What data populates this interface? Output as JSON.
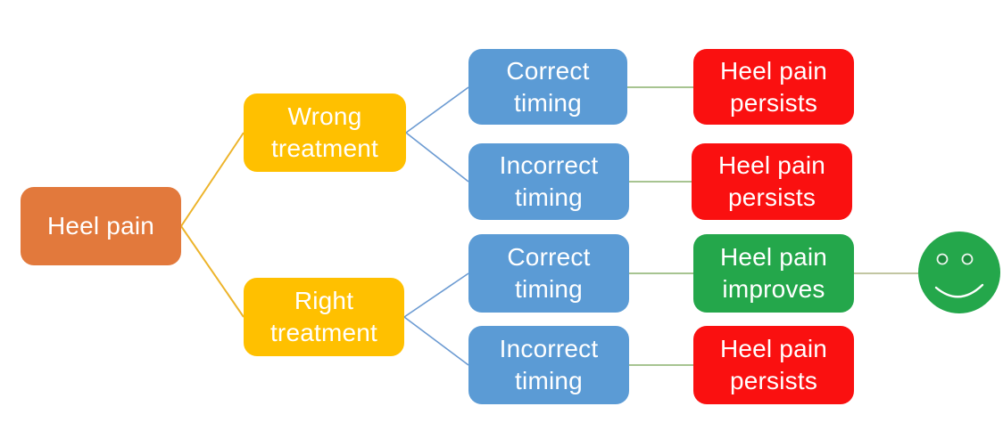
{
  "diagram": {
    "type": "decision-tree",
    "topic": "Heel pain treatment outcomes",
    "nodes": {
      "root": {
        "label": "Heel pain",
        "color": "#E2793C"
      },
      "wrong": {
        "label": "Wrong treatment",
        "color": "#FFC000"
      },
      "right": {
        "label": "Right treatment",
        "color": "#FFC000"
      },
      "wrong_correct_timing": {
        "label": "Correct timing",
        "color": "#5B9BD5"
      },
      "wrong_incorrect_timing": {
        "label": "Incorrect timing",
        "color": "#5B9BD5"
      },
      "right_correct_timing": {
        "label": "Correct timing",
        "color": "#5B9BD5"
      },
      "right_incorrect_timing": {
        "label": "Incorrect timing",
        "color": "#5B9BD5"
      },
      "outcome_wrong_correct": {
        "label": "Heel pain persists",
        "color": "#FA1010"
      },
      "outcome_wrong_incorrect": {
        "label": "Heel pain persists",
        "color": "#FA1010"
      },
      "outcome_right_correct": {
        "label": "Heel pain improves",
        "color": "#24A74B"
      },
      "outcome_right_incorrect": {
        "label": "Heel pain persists",
        "color": "#FA1010"
      }
    },
    "icons": {
      "smiley": {
        "name": "smiley-face-icon",
        "meaning": "happy outcome",
        "color": "#24A74B"
      }
    },
    "edges": [
      {
        "from": "root",
        "to": "wrong",
        "color": "#EDB42B"
      },
      {
        "from": "root",
        "to": "right",
        "color": "#EDB42B"
      },
      {
        "from": "wrong",
        "to": "wrong_correct_timing",
        "color": "#6C9BD2"
      },
      {
        "from": "wrong",
        "to": "wrong_incorrect_timing",
        "color": "#6C9BD2"
      },
      {
        "from": "right",
        "to": "right_correct_timing",
        "color": "#6C9BD2"
      },
      {
        "from": "right",
        "to": "right_incorrect_timing",
        "color": "#6C9BD2"
      },
      {
        "from": "wrong_correct_timing",
        "to": "outcome_wrong_correct",
        "color": "#8AB16D"
      },
      {
        "from": "wrong_incorrect_timing",
        "to": "outcome_wrong_incorrect",
        "color": "#8AB16D"
      },
      {
        "from": "right_correct_timing",
        "to": "outcome_right_correct",
        "color": "#8AB16D"
      },
      {
        "from": "right_incorrect_timing",
        "to": "outcome_right_incorrect",
        "color": "#8AB16D"
      },
      {
        "from": "outcome_right_correct",
        "to": "smiley",
        "color": "#ADB383"
      }
    ]
  }
}
